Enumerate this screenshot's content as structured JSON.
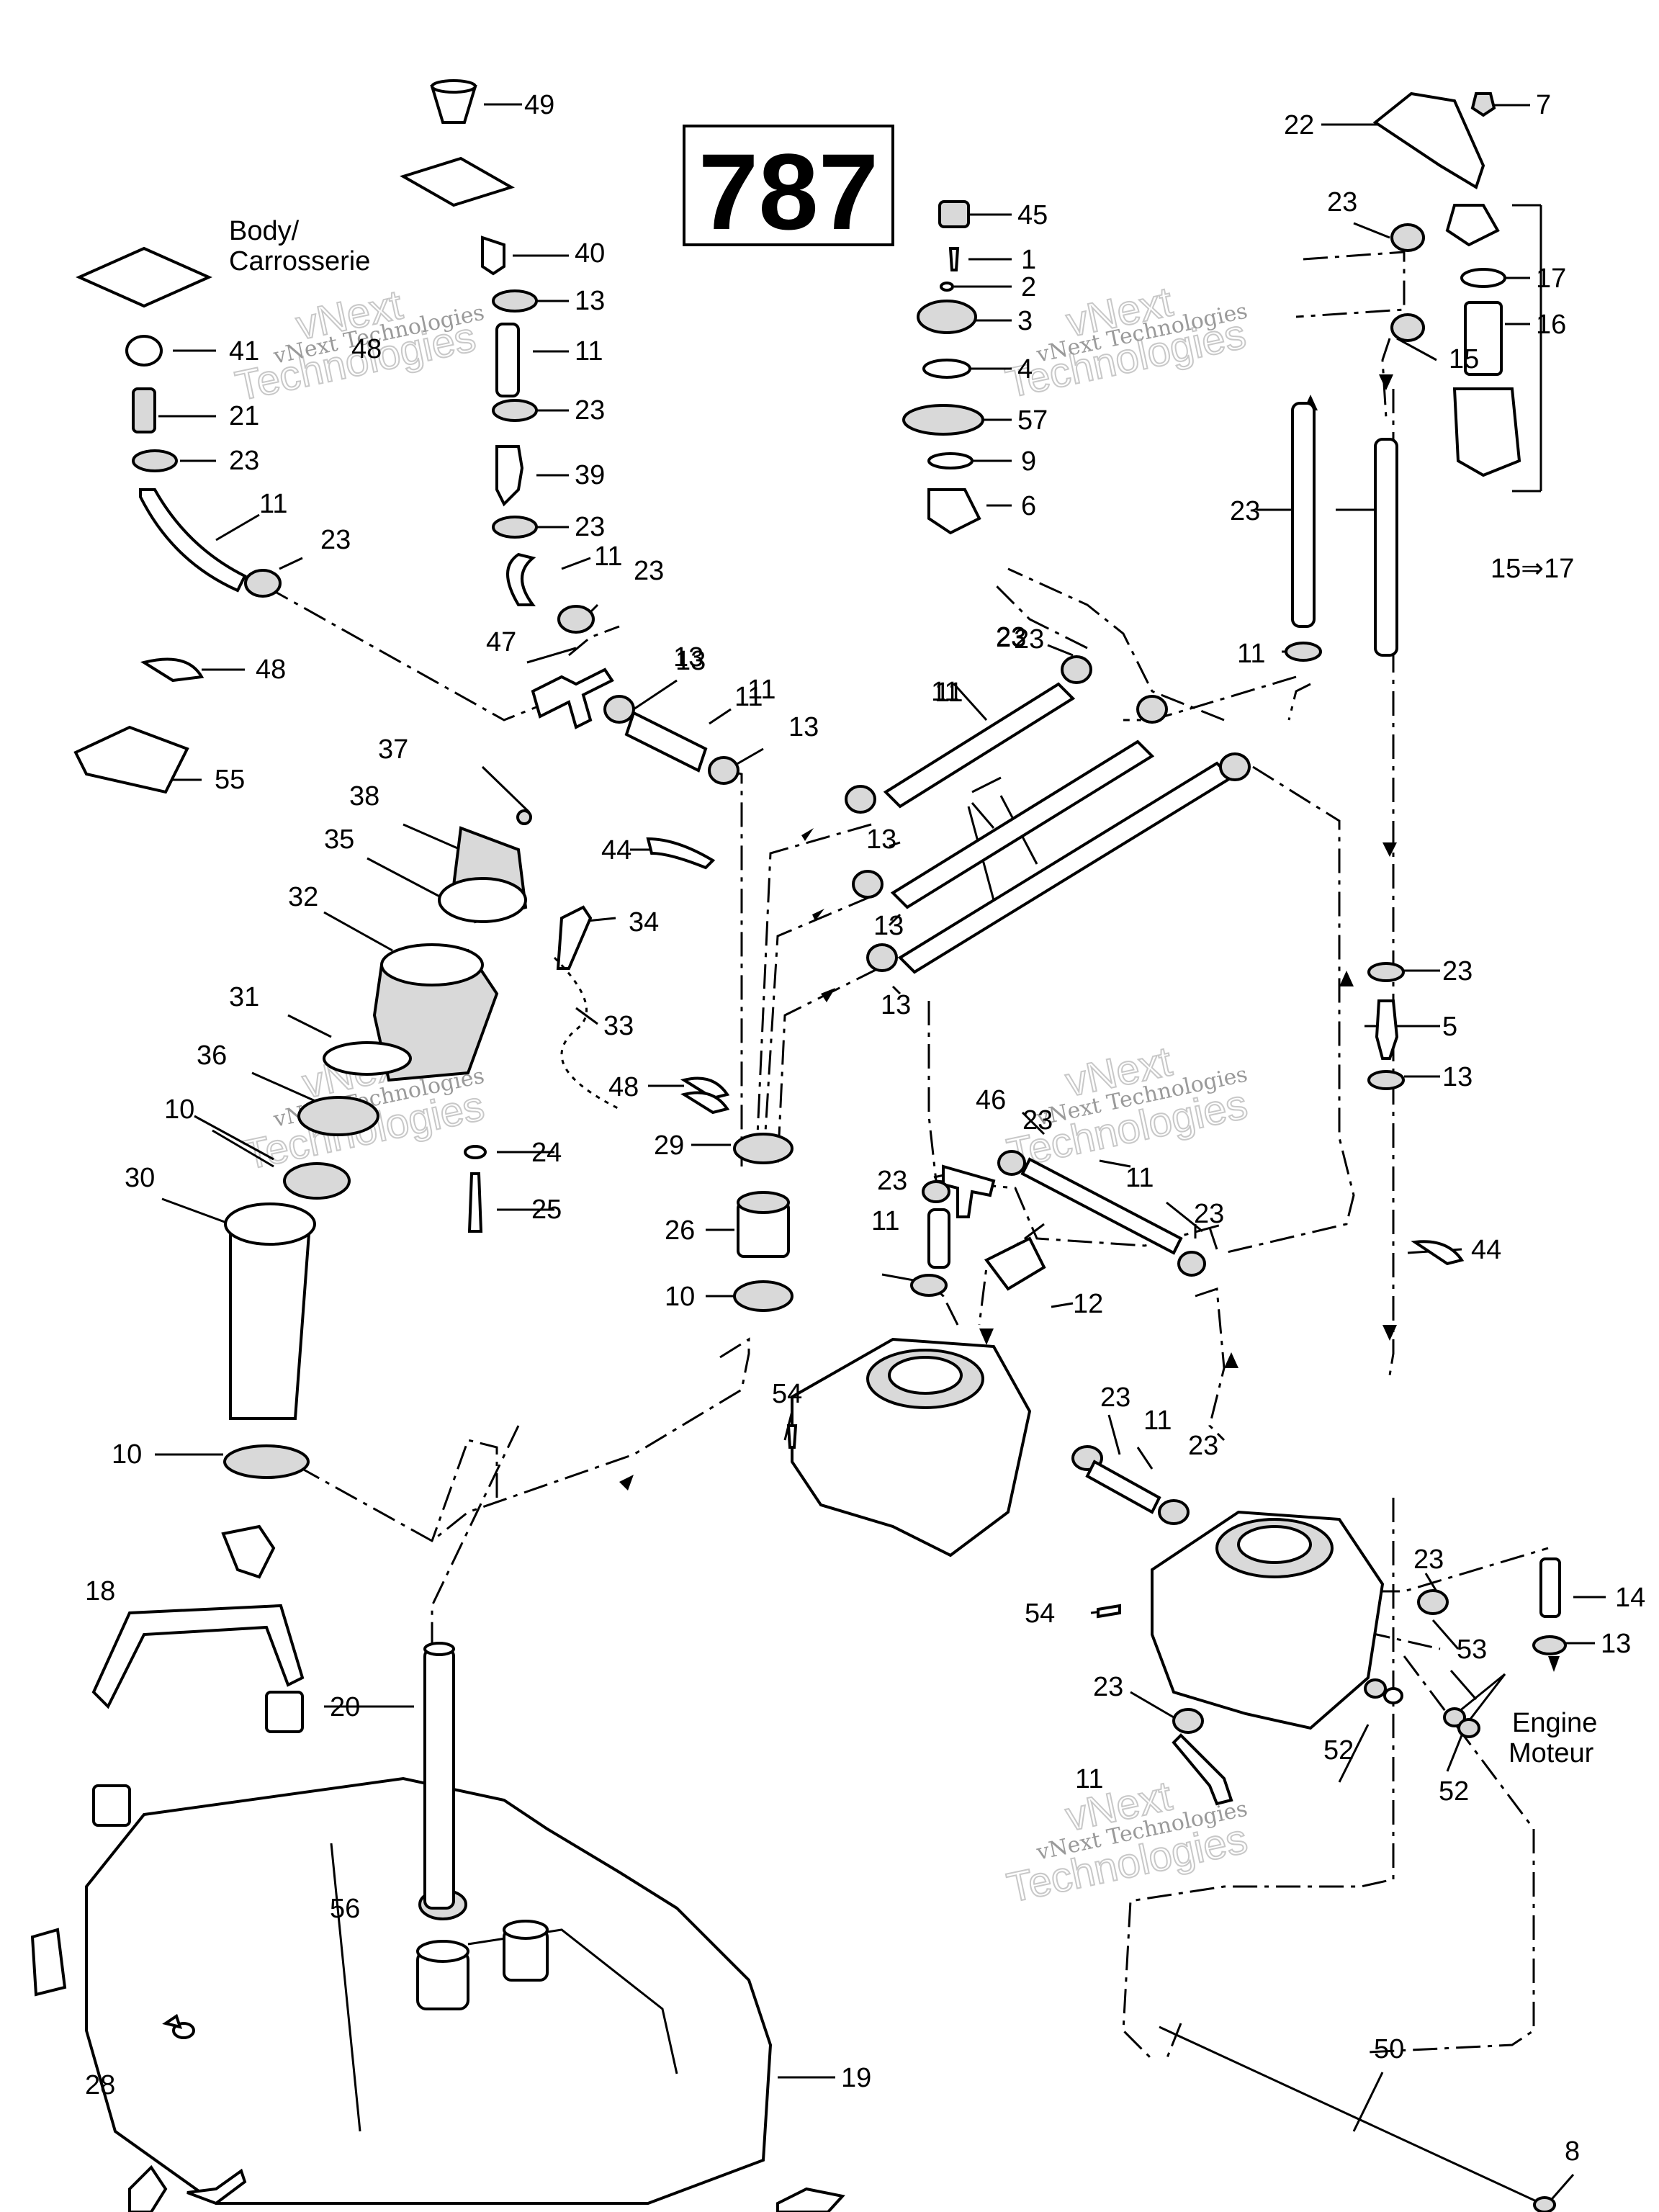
{
  "diagram_id": "787",
  "text_labels": {
    "body_line1": "Body/",
    "body_line2": "Carrosserie",
    "engine_line1": "Engine",
    "engine_line2": "Moteur",
    "range_label": "15⇒17"
  },
  "watermark": {
    "line1": "vNext Technologies",
    "line2": "Technologies",
    "line3": "vNext"
  },
  "callouts": [
    "49",
    "40",
    "13",
    "11",
    "23",
    "39",
    "23",
    "11",
    "23",
    "47",
    "13",
    "11",
    "13",
    "41",
    "21",
    "23",
    "11",
    "23",
    "48",
    "48",
    "55",
    "37",
    "38",
    "35",
    "32",
    "34",
    "33",
    "31",
    "36",
    "10",
    "30",
    "24",
    "25",
    "10",
    "44",
    "48",
    "29",
    "26",
    "10",
    "45",
    "1",
    "2",
    "3",
    "4",
    "57",
    "9",
    "6",
    "23",
    "11",
    "13",
    "13",
    "13",
    "11",
    "13",
    "23",
    "23",
    "46",
    "11",
    "23",
    "11",
    "23",
    "12",
    "54",
    "23",
    "11",
    "23",
    "54",
    "23",
    "53",
    "52",
    "52",
    "23",
    "11",
    "14",
    "13",
    "44",
    "5",
    "13",
    "23",
    "7",
    "22",
    "17",
    "16",
    "23",
    "15",
    "23",
    "11",
    "23",
    "11",
    "19",
    "18",
    "20",
    "56",
    "28",
    "50",
    "8"
  ]
}
